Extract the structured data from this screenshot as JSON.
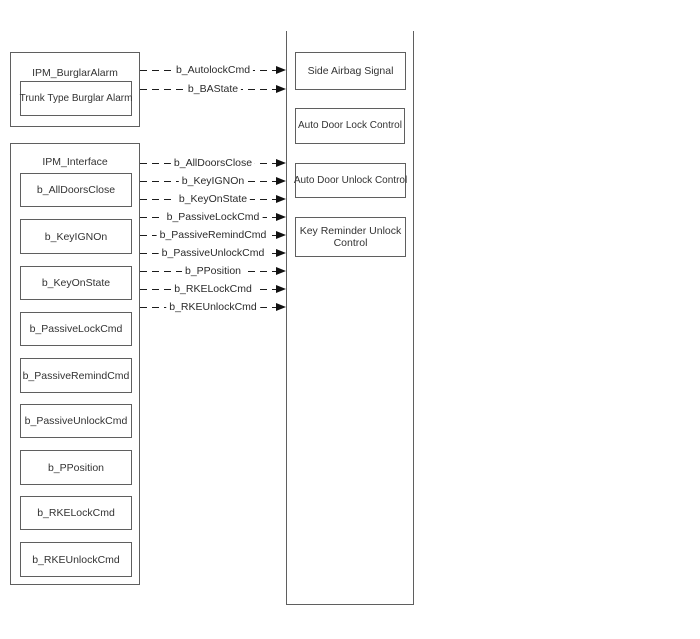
{
  "diagram": {
    "left_groups": [
      {
        "title": "IPM_BurglarAlarm",
        "children": [
          "Trunk Type Burglar Alarm"
        ]
      },
      {
        "title": "IPM_Interface",
        "children": [
          "b_AllDoorsClose",
          "b_KeyIGNOn",
          "b_KeyOnState",
          "b_PassiveLockCmd",
          "b_PassiveRemindCmd",
          "b_PassiveUnlockCmd",
          "b_PPosition",
          "b_RKELockCmd",
          "b_RKEUnlockCmd"
        ]
      }
    ],
    "right_nodes": [
      "Side Airbag Signal",
      "Auto Door Lock Control",
      "Auto Door Unlock Control",
      "Key Reminder Unlock Control"
    ],
    "signals": [
      "b_AutolockCmd",
      "b_BAState",
      "b_AllDoorsClose",
      "b_KeyIGNOn",
      "b_KeyOnState",
      "b_PassiveLockCmd",
      "b_PassiveRemindCmd",
      "b_PassiveUnlockCmd",
      "b_PPosition",
      "b_RKELockCmd",
      "b_RKEUnlockCmd"
    ],
    "colors": {
      "background": "#ffffff",
      "box_border": "#5f5f5f",
      "arrow": "#1c1c1c",
      "text": "#333333"
    }
  }
}
